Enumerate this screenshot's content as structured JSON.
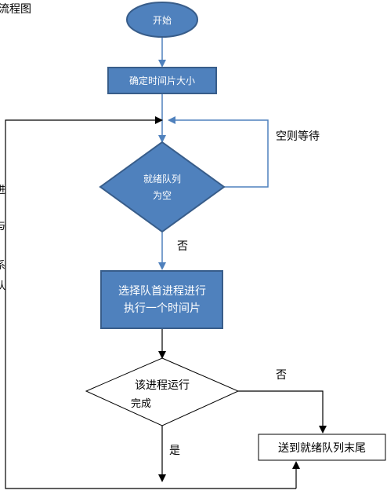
{
  "page_fragment": "流程图",
  "colors": {
    "node_fill": "#4f81bd",
    "node_stroke": "#385d8a",
    "node_text": "#ffffff",
    "blue_edge": "#4f81bd",
    "black_edge": "#000000",
    "plain_text": "#000000"
  },
  "nodes": {
    "start": "开始",
    "set_slice": "确定时间片大小",
    "queue_empty_line1": "就绪队列",
    "queue_empty_line2": "为空",
    "run_head_line1": "选择队首进程进行",
    "run_head_line2": "执行一个时间片",
    "finished_line1": "该进程运行",
    "finished_line2": "完成",
    "to_tail": "送到就绪队列末尾"
  },
  "edge_labels": {
    "idle_wait": "空则等待",
    "no_1": "否",
    "no_2": "否",
    "yes": "是"
  },
  "left_margin_fragments": [
    "进",
    ";",
    "与",
    "系",
    "队"
  ]
}
